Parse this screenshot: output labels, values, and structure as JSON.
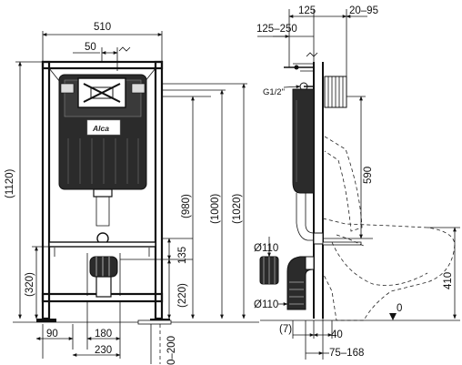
{
  "front_view": {
    "width_label": "510",
    "offset_label": "50",
    "brand": "Alca",
    "height_label": "(1120)",
    "left_low_label": "(320)",
    "h980_label": "(980)",
    "h1000_label": "(1000)",
    "h1020_label": "(1020)",
    "h135_label": "135",
    "h220_label": "(220)",
    "bottom_90_label": "90",
    "bottom_180_label": "180",
    "bottom_230_label": "230",
    "range_0_200_label": "0–200"
  },
  "side_view": {
    "top_125_label": "125",
    "top_20_95_label": "20–95",
    "top_125_250_label": "125–250",
    "pipe_label": "G1/2\"",
    "h590_label": "590",
    "d110_upper_label": "Ø110",
    "d110_lower_label": "Ø110",
    "h410_label": "410",
    "zero_label": "0",
    "bottom_7_label": "(7)",
    "bottom_40_label": "40",
    "bottom_75_168_label": "75–168"
  }
}
